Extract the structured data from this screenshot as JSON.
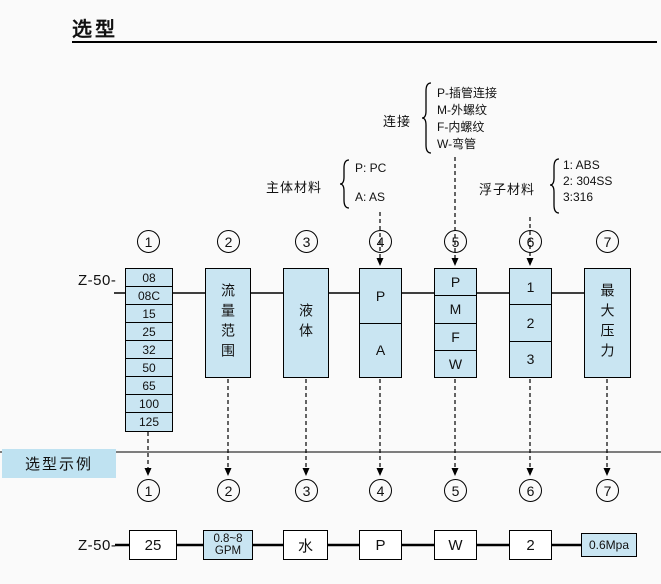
{
  "page": {
    "title": "选型",
    "example_section_label": "选型示例"
  },
  "annotations": {
    "connection": {
      "label": "连接",
      "items": [
        "P-插管连接",
        "M-外螺纹",
        "F-内螺纹",
        "W-弯管"
      ]
    },
    "body_material": {
      "label": "主体材料",
      "items": [
        "P: PC",
        "A: AS"
      ]
    },
    "float_material": {
      "label": "浮子材料",
      "items": [
        "1: ABS",
        "2: 304SS",
        "3:316"
      ]
    }
  },
  "columns": {
    "prefix": "Z-50-",
    "step_numbers": [
      "1",
      "2",
      "3",
      "4",
      "5",
      "6",
      "7"
    ],
    "sizes": [
      "08",
      "08C",
      "15",
      "25",
      "32",
      "50",
      "65",
      "100",
      "125"
    ],
    "flow_range_label": "流量范围",
    "liquid_label": "液体",
    "body_material_options": [
      "P",
      "A"
    ],
    "connection_options": [
      "P",
      "M",
      "F",
      "W"
    ],
    "float_material_options": [
      "1",
      "2",
      "3"
    ],
    "max_pressure_label": "最大压力"
  },
  "example_row": {
    "prefix": "Z-50-",
    "size": "25",
    "flow_line1": "0.8~8",
    "flow_line2": "GPM",
    "liquid": "水",
    "body_material": "P",
    "connection": "W",
    "float_material": "2",
    "max_pressure": "0.6Mpa"
  },
  "colors": {
    "box_fill": "#c9e5f2",
    "band_fill": "#bfe2f1",
    "line": "#000000",
    "background": "#fafafa"
  }
}
